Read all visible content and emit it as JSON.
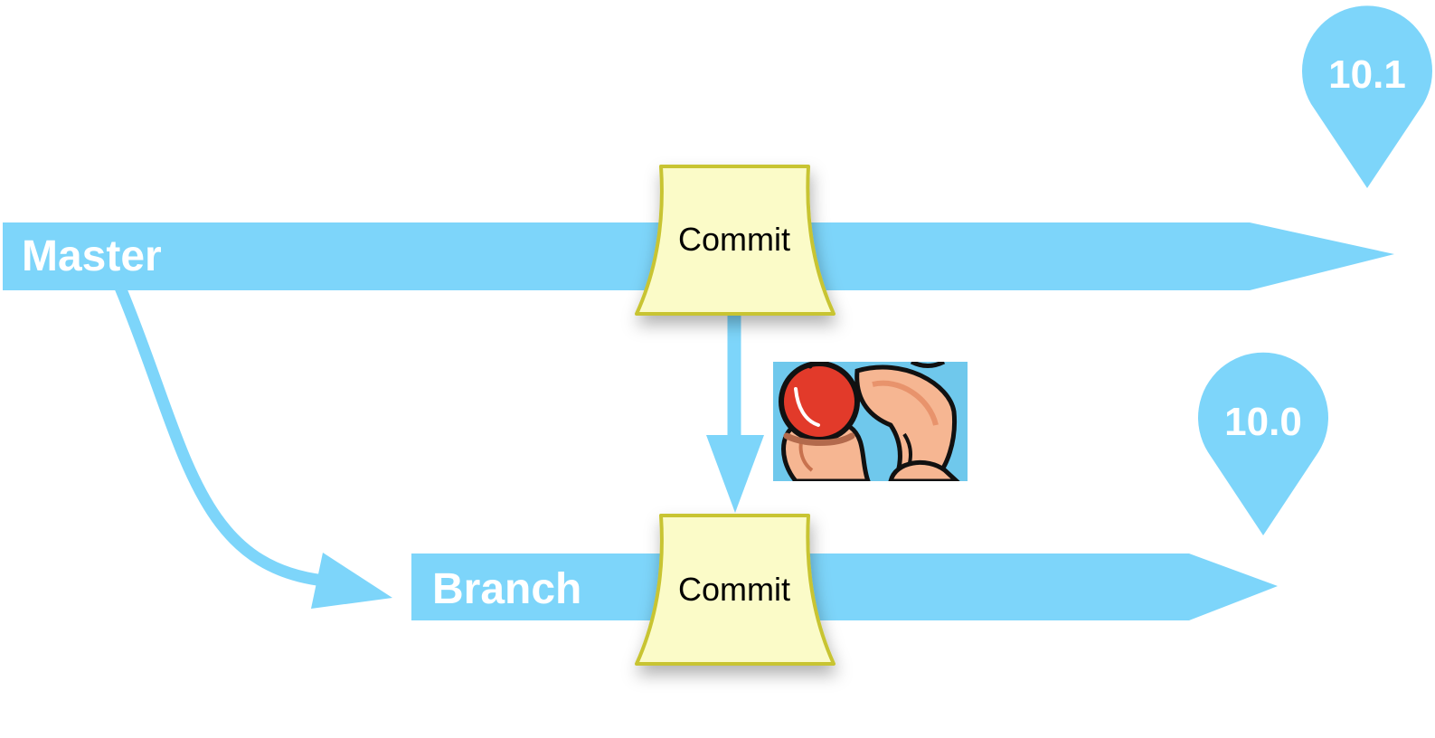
{
  "colors": {
    "branch_blue": "#7dd5fa",
    "commit_fill": "#fbfbc8",
    "commit_stroke": "#c8c432",
    "apple_red": "#e23a2a",
    "skin": "#f6b692",
    "outline": "#111111"
  },
  "lanes": {
    "master": {
      "label": "Master"
    },
    "branch": {
      "label": "Branch"
    }
  },
  "commits": {
    "master_commit": {
      "label": "Commit"
    },
    "branch_commit": {
      "label": "Commit"
    }
  },
  "tags": {
    "master_tag": {
      "label": "10.1"
    },
    "branch_tag": {
      "label": "10.0"
    }
  },
  "clipart": {
    "icon": "apple-in-hand-icon"
  }
}
